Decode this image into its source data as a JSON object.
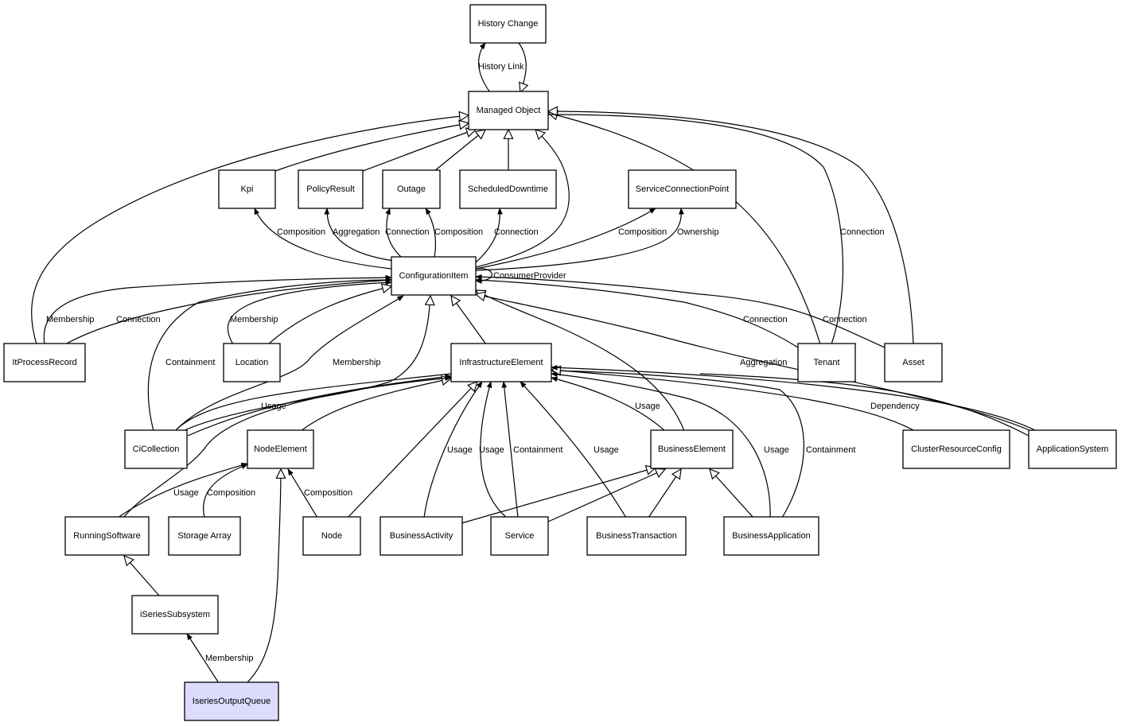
{
  "diagram": {
    "nodes": {
      "history_change": "History Change",
      "managed_object": "Managed Object",
      "kpi": "Kpi",
      "policy_result": "PolicyResult",
      "outage": "Outage",
      "scheduled_downtime": "ScheduledDowntime",
      "service_connection_point": "ServiceConnectionPoint",
      "configuration_item": "ConfigurationItem",
      "it_process_record": "ItProcessRecord",
      "location": "Location",
      "infrastructure_element": "InfrastructureElement",
      "tenant": "Tenant",
      "asset": "Asset",
      "ci_collection": "CiCollection",
      "node_element": "NodeElement",
      "business_element": "BusinessElement",
      "cluster_resource_config": "ClusterResourceConfig",
      "application_system": "ApplicationSystem",
      "running_software": "RunningSoftware",
      "storage_array": "Storage Array",
      "node": "Node",
      "business_activity": "BusinessActivity",
      "service": "Service",
      "business_transaction": "BusinessTransaction",
      "business_application": "BusinessApplication",
      "iseries_subsystem": "iSeriesSubsystem",
      "iseries_output_queue": "IseriesOutputQueue"
    },
    "edge_labels": {
      "history_link": "History Link",
      "ci_kpi": "Composition",
      "ci_policy": "Aggregation",
      "ci_outage_conn": "Connection",
      "ci_outage_comp": "Composition",
      "ci_sched": "Connection",
      "ci_scp_comp": "Composition",
      "ci_scp_own": "Ownership",
      "ci_self": "ConsumerProvider",
      "itpr_membership": "Membership",
      "itpr_connection": "Connection",
      "location_membership": "Membership",
      "tenant_mo_connection": "Connection",
      "tenant_ci_connection": "Connection",
      "asset_ci_connection": "Connection",
      "cicoll_containment": "Containment",
      "cicoll_membership": "Membership",
      "appsys_aggregation": "Aggregation",
      "cicoll_usage": "Usage",
      "be_ie_usage": "Usage",
      "cluster_dependency": "Dependency",
      "ba_usage": "Usage",
      "svc_usage": "Usage",
      "svc_containment": "Containment",
      "bt_usage": "Usage",
      "bapp_usage": "Usage",
      "bapp_containment": "Containment",
      "rs_usage": "Usage",
      "sa_composition": "Composition",
      "node_composition": "Composition",
      "ioq_membership": "Membership"
    }
  }
}
